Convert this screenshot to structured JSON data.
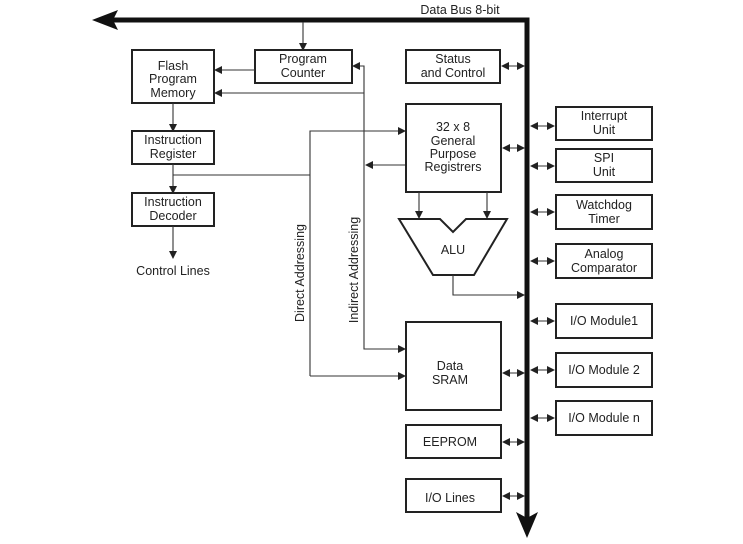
{
  "bus_label": "Data Bus 8-bit",
  "blocks": {
    "program_counter": [
      "Program",
      "Counter"
    ],
    "flash_memory": [
      "Flash",
      "Program",
      "Memory"
    ],
    "status_control": [
      "Status",
      "and Control"
    ],
    "instruction_register": [
      "Instruction",
      "Register"
    ],
    "instruction_decoder": [
      "Instruction",
      "Decoder"
    ],
    "registers": [
      "32 x 8",
      "General",
      "Purpose",
      "Registrers"
    ],
    "alu": "ALU",
    "data_sram": [
      "Data",
      "SRAM"
    ],
    "eeprom": "EEPROM",
    "io_lines": "I/O Lines",
    "interrupt_unit": [
      "Interrupt",
      "Unit"
    ],
    "spi_unit": [
      "SPI",
      "Unit"
    ],
    "watchdog_timer": [
      "Watchdog",
      "Timer"
    ],
    "analog_comparator": [
      "Analog",
      "Comparator"
    ],
    "io_module_1": "I/O Module1",
    "io_module_2": "I/O Module 2",
    "io_module_n": "I/O Module n"
  },
  "labels": {
    "control_lines": "Control Lines",
    "direct_addressing": "Direct Addressing",
    "indirect_addressing": "Indirect Addressing"
  }
}
